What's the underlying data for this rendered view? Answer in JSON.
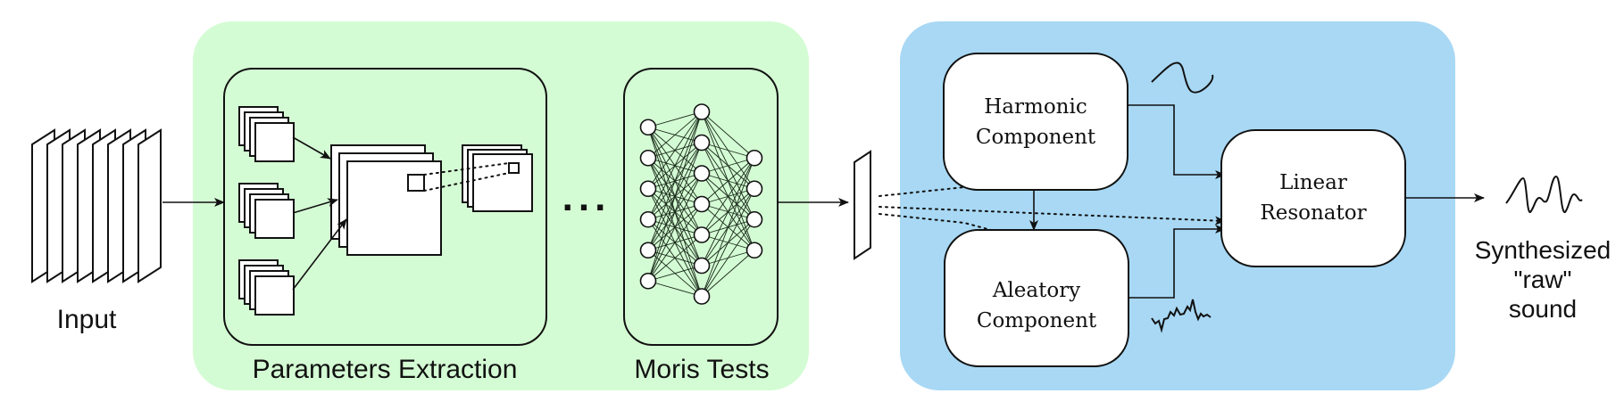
{
  "diagram": {
    "title": "Sound synthesis pipeline",
    "colors": {
      "analysis_panel": "#d4fcd4",
      "synthesis_panel": "#a8d8f4",
      "stroke": "#111111",
      "box_fill": "#ffffff"
    },
    "input": {
      "label": "Input",
      "frame_count": 8
    },
    "analysis": {
      "parameters_extraction": {
        "label": "Parameters Extraction"
      },
      "ellipsis": "...",
      "moris_tests": {
        "label": "Moris Tests",
        "layers": [
          6,
          7,
          4
        ]
      }
    },
    "synthesis": {
      "harmonic": {
        "line1": "Harmonic",
        "line2": "Component"
      },
      "aleatory": {
        "line1": "Aleatory",
        "line2": "Component"
      },
      "resonator": {
        "line1": "Linear",
        "line2": "Resonator"
      }
    },
    "output": {
      "line1": "Synthesized",
      "line2": "\"raw\"",
      "line3": "sound"
    }
  }
}
